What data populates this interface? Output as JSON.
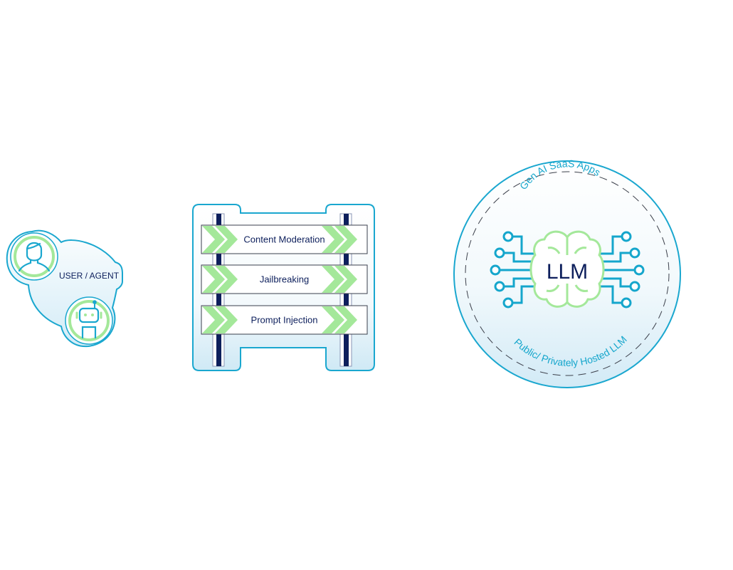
{
  "user_agent": {
    "label": "USER / AGENT",
    "icons": [
      "user-icon",
      "robot-icon"
    ]
  },
  "guardrail": {
    "rails": [
      {
        "label": "Content Moderation"
      },
      {
        "label": "Jailbreaking"
      },
      {
        "label": "Prompt Injection"
      }
    ],
    "icon": "chevron-double-right-icon"
  },
  "llm": {
    "center_label": "LLM",
    "top_arc_label": "Gen AI SaaS Apps",
    "bottom_arc_label": "Public/ Privately Hosted LLM",
    "icon": "brain-circuit-icon"
  },
  "colors": {
    "outline_cyan": "#1aa7cf",
    "accent_green": "#a4e89a",
    "navy": "#0d1f5c",
    "fill_light": "#e4f4fb"
  }
}
